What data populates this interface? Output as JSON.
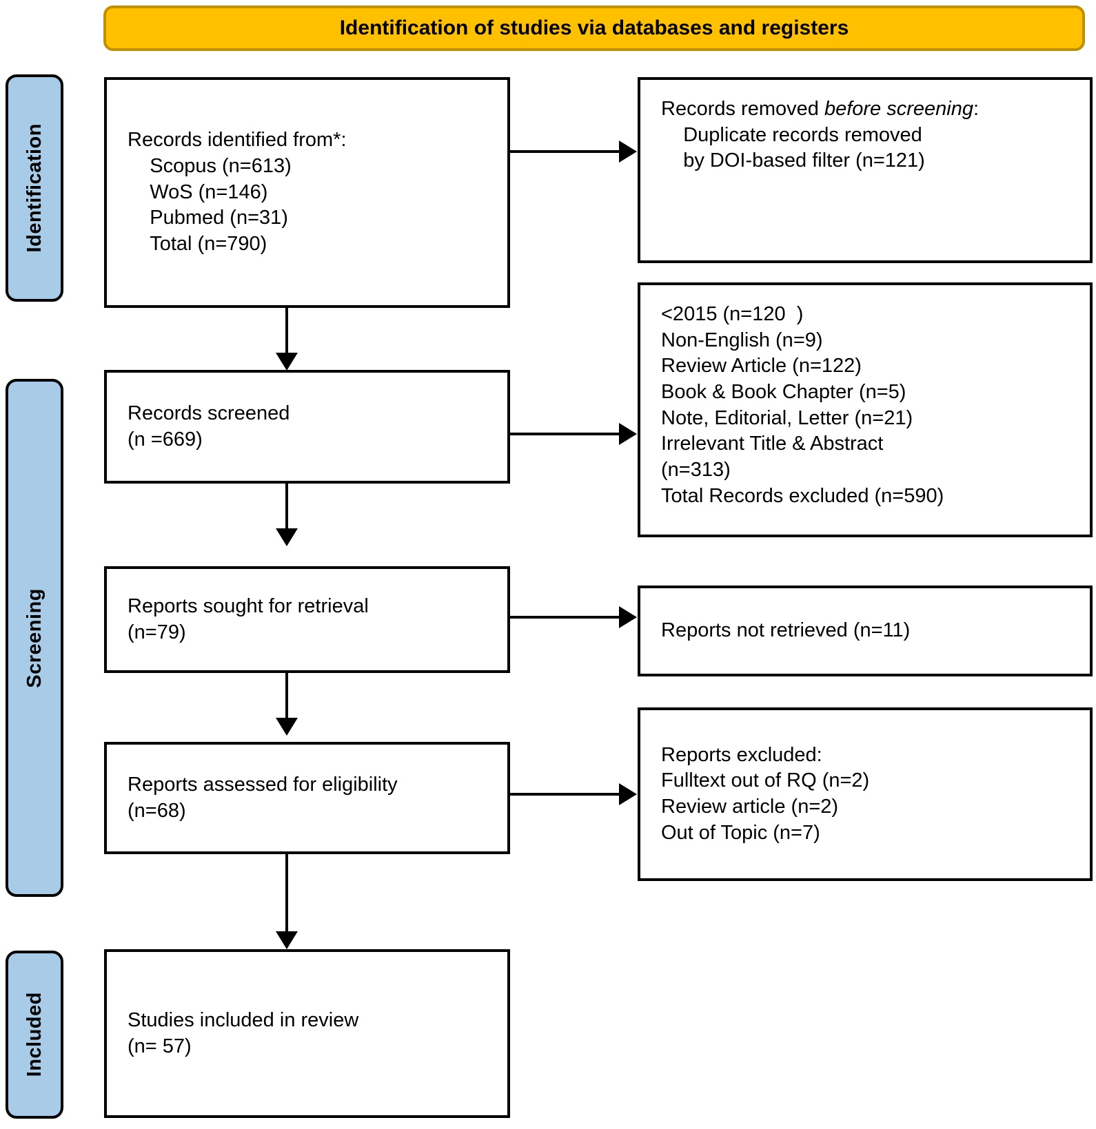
{
  "diagram": {
    "type": "prisma-flow-diagram",
    "header": {
      "title": "Identification of studies via databases and registers",
      "fill_color": "#FFC000",
      "border_color": "#BF8F00"
    },
    "stage_bands": [
      {
        "label": "Identification",
        "fill_color": "#A8CBE8"
      },
      {
        "label": "Screening",
        "fill_color": "#A8CBE8"
      },
      {
        "label": "Included",
        "fill_color": "#A8CBE8"
      }
    ],
    "boxes": {
      "records_identified": {
        "line1": "Records identified from*:",
        "line2": "    Scopus (n=613)",
        "line3": "    WoS (n=146)",
        "line4": "    Pubmed (n=31)",
        "line5": "    Total (n=790)"
      },
      "records_removed": {
        "lead": "Records removed ",
        "lead_italic": "before screening",
        "lead_tail": ":",
        "line2": "    Duplicate records removed",
        "line3": "    by DOI-based filter (n=121)"
      },
      "records_screened": {
        "line1": "Records screened",
        "line2": "(n =669)"
      },
      "records_excluded": {
        "line1": "<2015 (n=120  )",
        "line2": "Non-English (n=9)",
        "line3": "Review Article (n=122)",
        "line4": "Book & Book Chapter (n=5)",
        "line5": "Note, Editorial, Letter (n=21)",
        "line6": "Irrelevant Title & Abstract",
        "line7": "(n=313)",
        "line8": "Total Records excluded (n=590)"
      },
      "reports_sought": {
        "line1": "Reports sought for retrieval",
        "line2": "(n=79)"
      },
      "reports_not_retrieved": {
        "line1": "Reports not retrieved (n=11)"
      },
      "reports_assessed": {
        "line1": "Reports assessed for eligibility",
        "line2": "(n=68)"
      },
      "reports_excluded": {
        "line1": "Reports excluded:",
        "line2": "Fulltext out of RQ (n=2)",
        "line3": "Review article (n=2)",
        "line4": "Out of Topic (n=7)"
      },
      "studies_included": {
        "line1": "Studies included in review",
        "line2": "(n= 57)"
      }
    }
  }
}
